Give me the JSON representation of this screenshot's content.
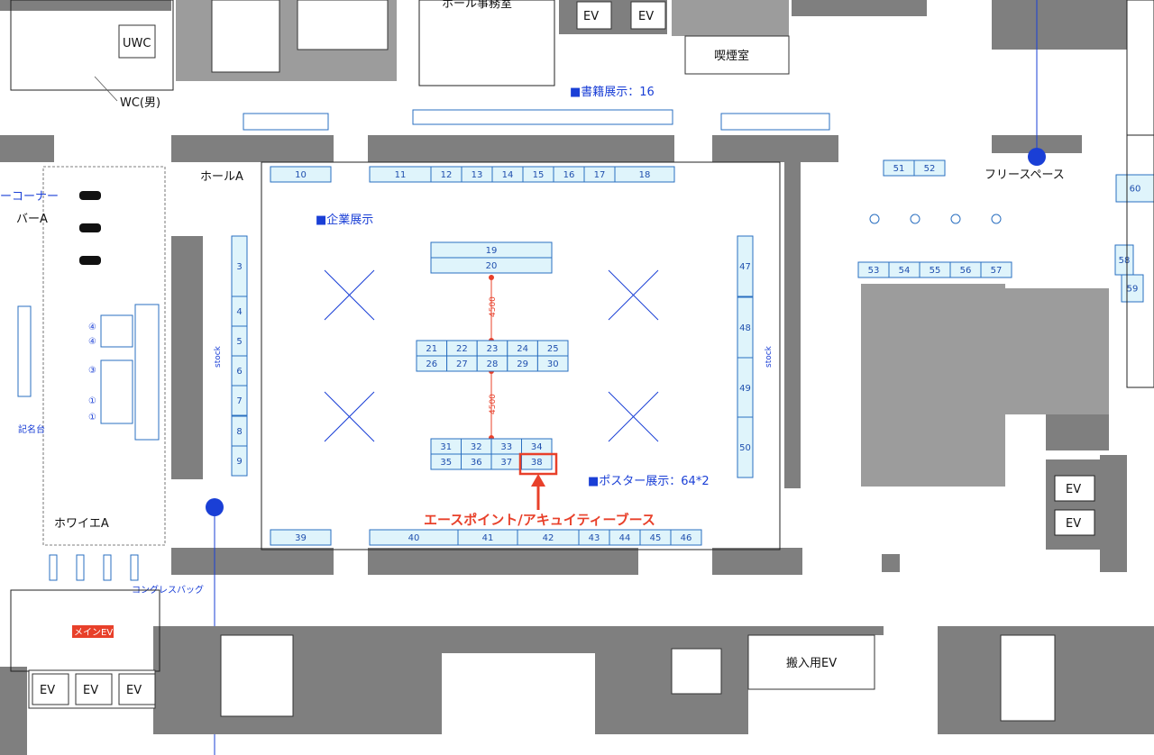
{
  "labels": {
    "hall_office": "ホール事務室",
    "uwc": "UWC",
    "wc_male": "WC(男)",
    "smoking_room": "喫煙室",
    "hall_a": "ホールA",
    "corner": "ーコーナー",
    "bar_a": "バーA",
    "foyer_a": "ホワイエA",
    "signing_table": "記名台",
    "congress_bag": "コングレスバッグ",
    "main_ev": "メインEV",
    "free_space": "フリースペース",
    "freight_ev": "搬入用EV",
    "book_exhibit": "■書籍展示：16",
    "corporate_exhibit": "■企業展示",
    "poster_exhibit": "■ポスター展示：64*2",
    "highlight_booth": "エースポイント/アキュイティーブース",
    "stock": "stock",
    "dim_4500": "4500",
    "ev": "EV",
    "circle_1": "①",
    "circle_3": "③",
    "circle_4": "④"
  },
  "colors": {
    "booth_fill": "#dff4fb",
    "booth_stroke": "#2a6fc0",
    "booth_text": "#1f4fae",
    "label_blue": "#1a3fd6",
    "highlight_red": "#e8402a",
    "main_ev_bg": "#e8402a",
    "wall_gray": "#7f7f7f",
    "room_gray": "#9c9c9c"
  },
  "booths": {
    "top_row": [
      "10",
      "11",
      "12",
      "13",
      "14",
      "15",
      "16",
      "17",
      "18"
    ],
    "left_column": [
      "3",
      "4",
      "5",
      "6",
      "7",
      "8",
      "9"
    ],
    "right_column": [
      "47",
      "48",
      "49",
      "50"
    ],
    "center_top": [
      "19",
      "20"
    ],
    "center_mid_a": [
      "21",
      "22",
      "23",
      "24",
      "25"
    ],
    "center_mid_b": [
      "26",
      "27",
      "28",
      "29",
      "30"
    ],
    "center_bottom_a": [
      "31",
      "32",
      "33",
      "34"
    ],
    "center_bottom_b": [
      "35",
      "36",
      "37",
      "38"
    ],
    "bottom_row": [
      "39",
      "40",
      "41",
      "42",
      "43",
      "44",
      "45",
      "46"
    ],
    "east_top": [
      "51",
      "52"
    ],
    "east_mid": [
      "53",
      "54",
      "55",
      "56",
      "57"
    ],
    "east_side": [
      "58",
      "59",
      "60"
    ]
  },
  "highlighted_booth": "38"
}
